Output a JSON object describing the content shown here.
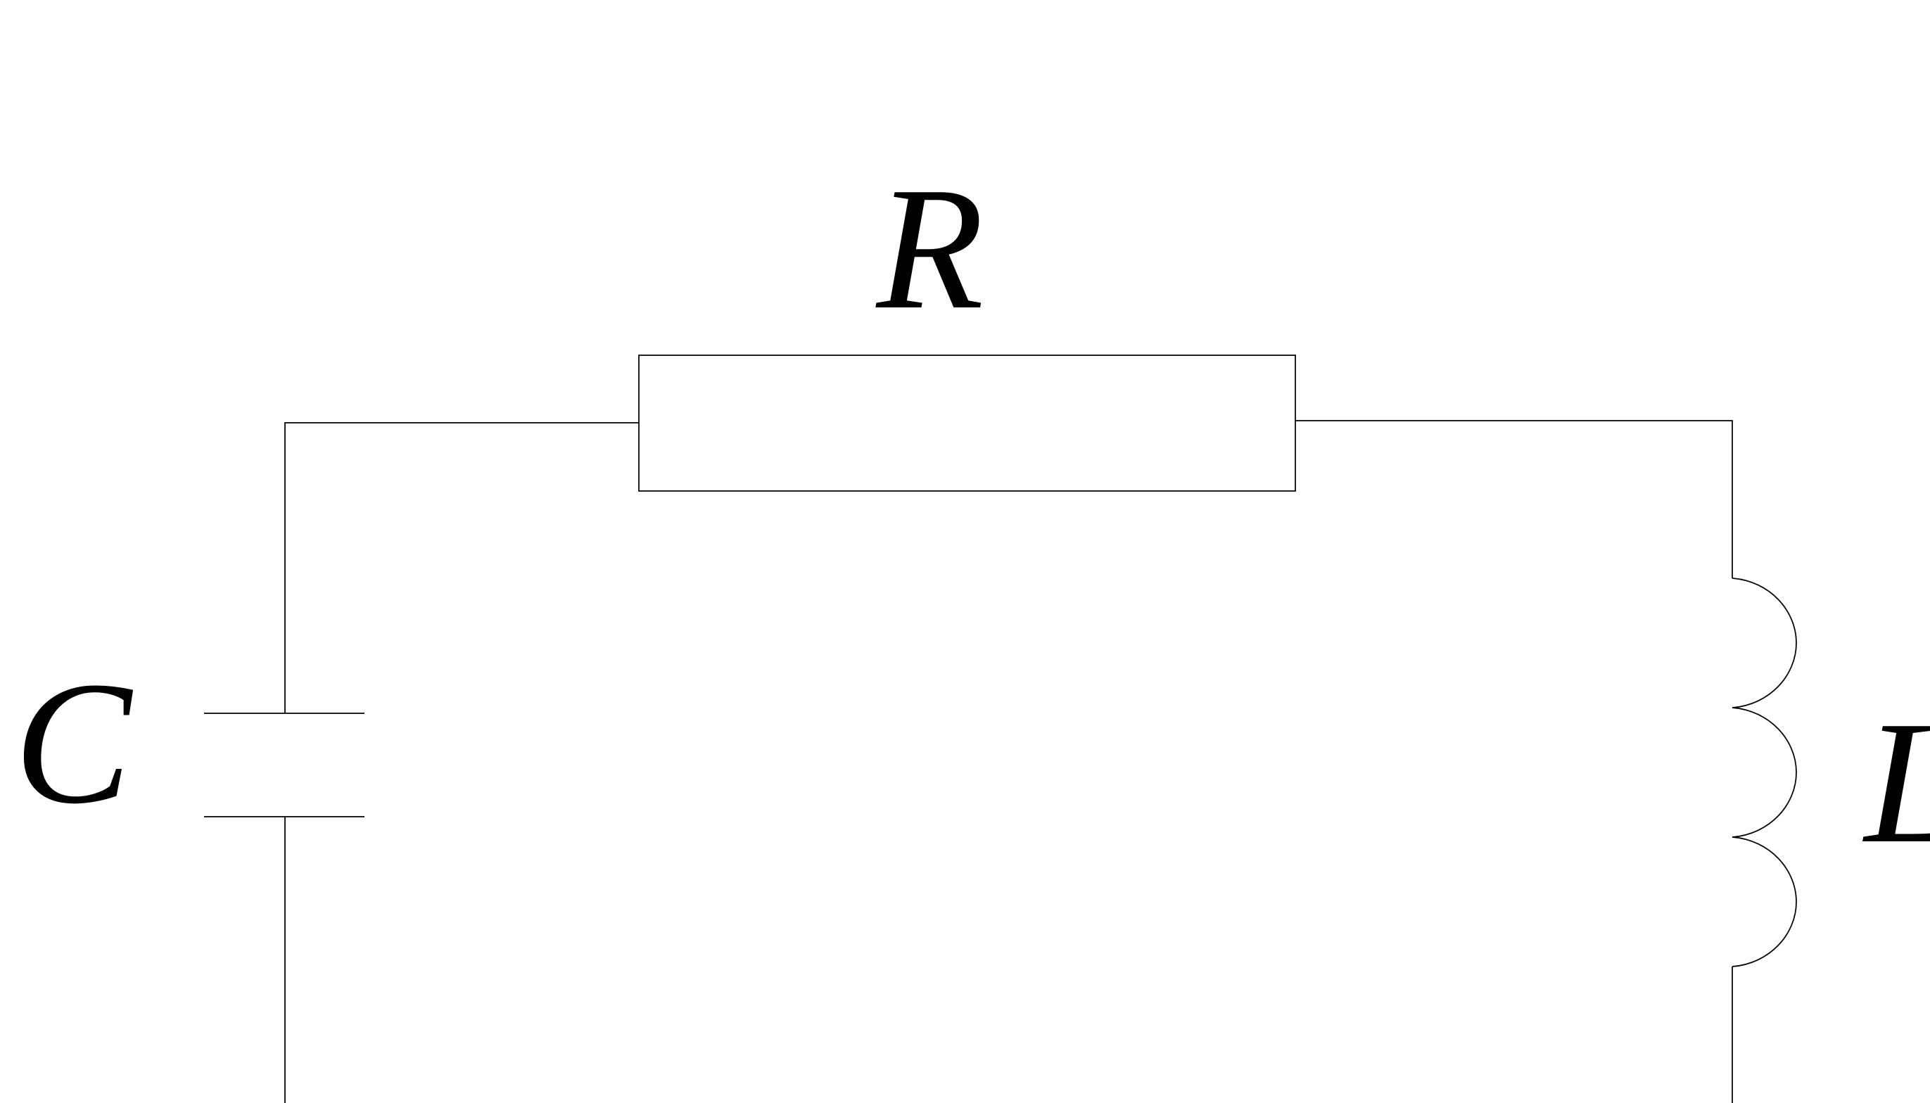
{
  "diagram": {
    "type": "RLC circuit schematic",
    "components": {
      "resistor": {
        "label": "R"
      },
      "capacitor": {
        "label": "C"
      },
      "inductor": {
        "label": "L"
      }
    },
    "colors": {
      "background": "#ffffff",
      "line": "#000000",
      "text": "#000000"
    }
  }
}
